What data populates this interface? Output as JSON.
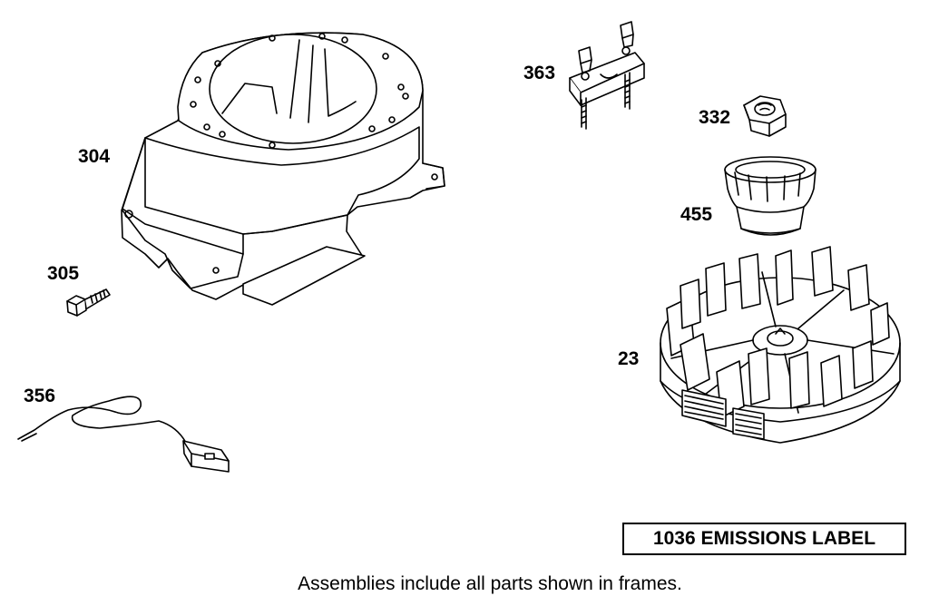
{
  "parts": [
    {
      "number": "304",
      "icon": "blower-housing-icon"
    },
    {
      "number": "305",
      "icon": "screw-icon"
    },
    {
      "number": "356",
      "icon": "ground-wire-icon"
    },
    {
      "number": "363",
      "icon": "bracket-assembly-icon"
    },
    {
      "number": "332",
      "icon": "nut-icon"
    },
    {
      "number": "455",
      "icon": "cup-icon"
    },
    {
      "number": "23",
      "icon": "flywheel-icon"
    }
  ],
  "frame_label": {
    "number": "1036",
    "text": "1036 EMISSIONS LABEL"
  },
  "footer_note": "Assemblies include all parts shown in frames."
}
